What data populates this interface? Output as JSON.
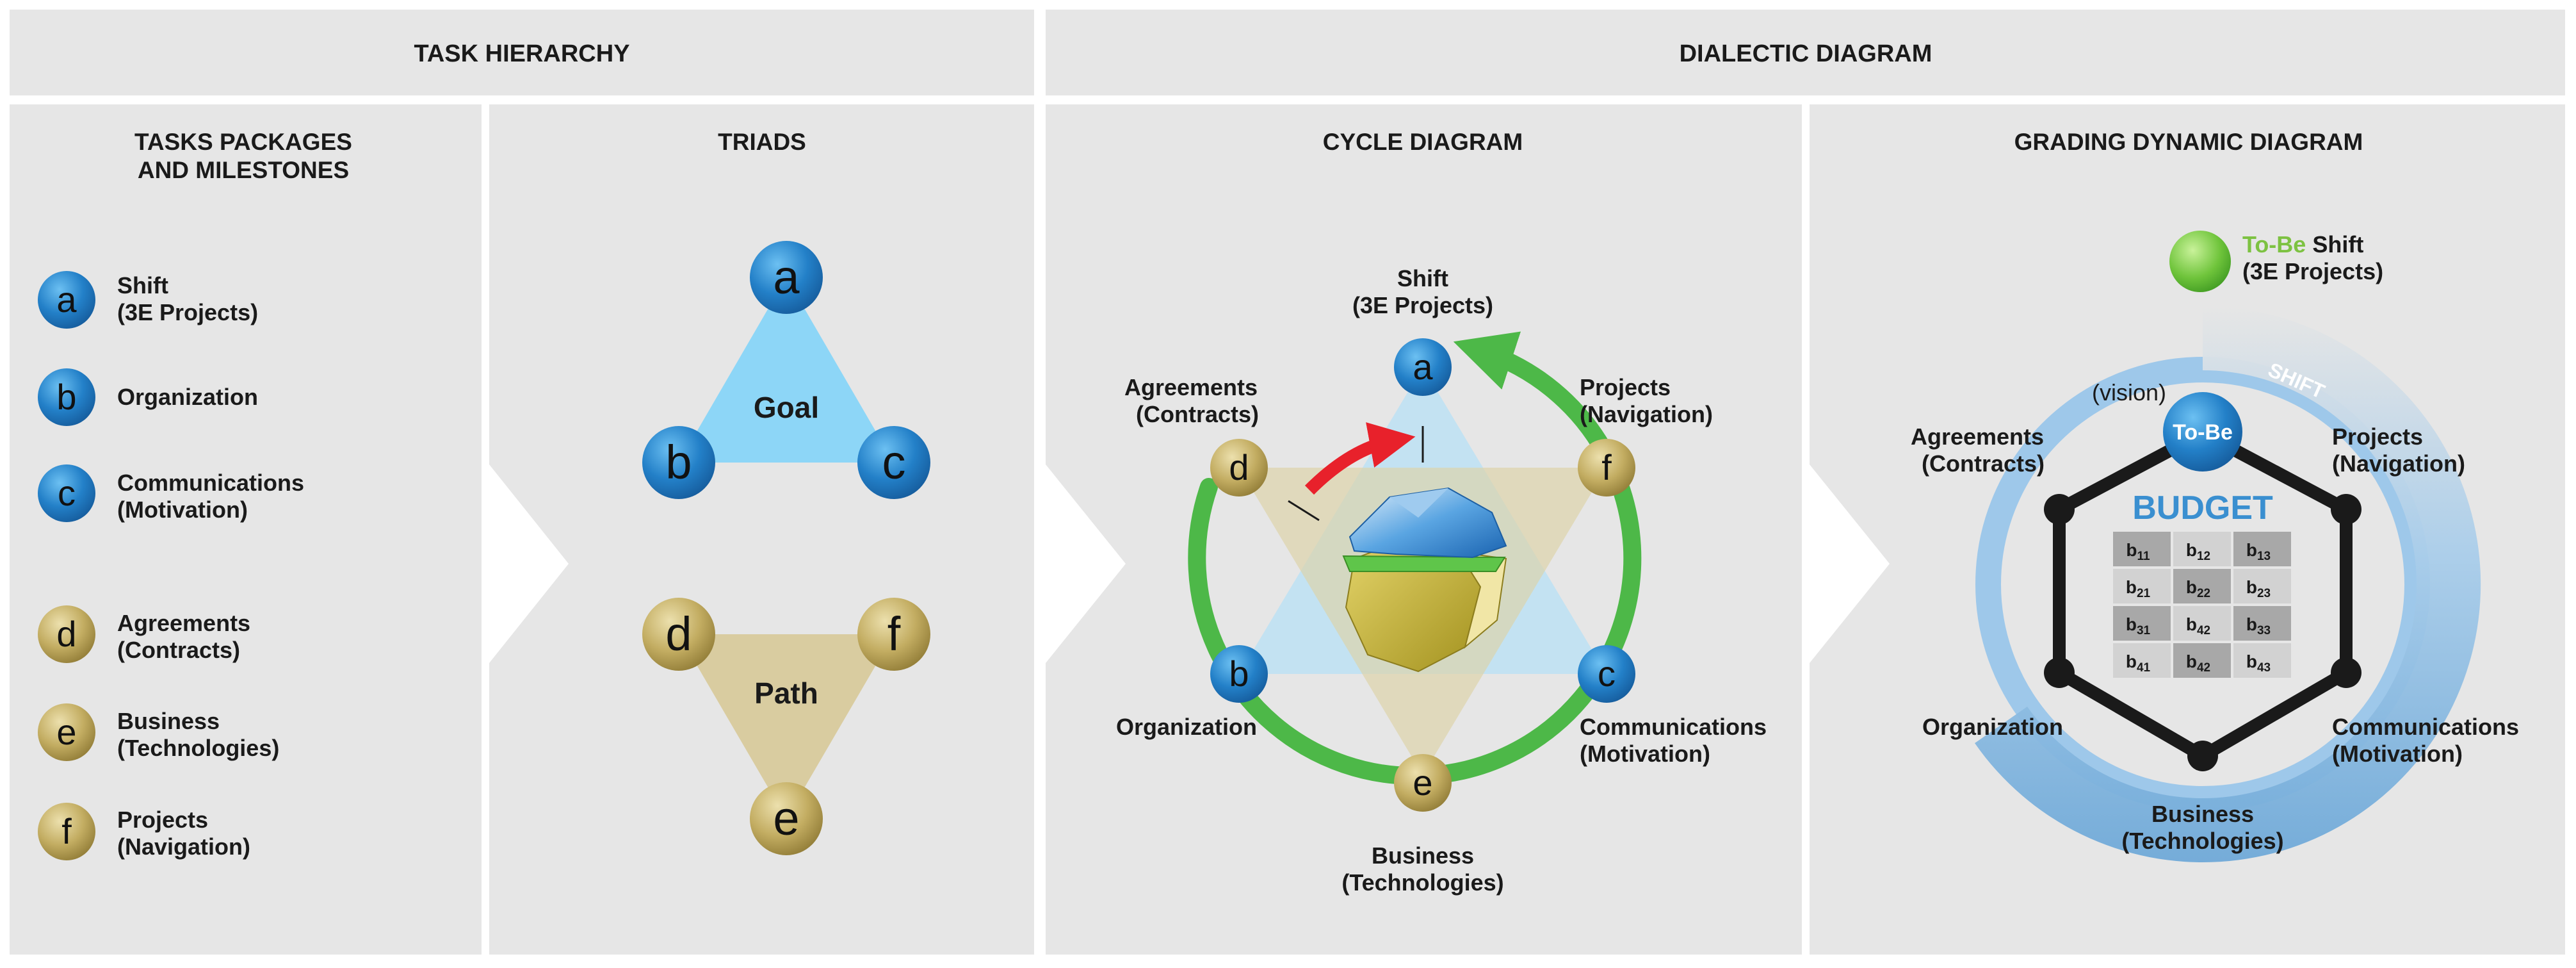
{
  "headers": {
    "task_hierarchy": "TASK HIERARCHY",
    "dialectic_diagram": "DIALECTIC DIAGRAM"
  },
  "panels": {
    "tasks": {
      "title_line1": "TASKS PACKAGES",
      "title_line2": "AND MILESTONES"
    },
    "triads": {
      "title": "TRIADS"
    },
    "cycle": {
      "title": "CYCLE DIAGRAM"
    },
    "grading": {
      "title": "GRADING DYNAMIC DIAGRAM"
    }
  },
  "nodes": {
    "a": {
      "letter": "a",
      "line1": "Shift",
      "line2": "(3E Projects)"
    },
    "b": {
      "letter": "b",
      "line1": "Organization",
      "line2": ""
    },
    "c": {
      "letter": "c",
      "line1": "Communications",
      "line2": "(Motivation)"
    },
    "d": {
      "letter": "d",
      "line1": "Agreements",
      "line2": "(Contracts)"
    },
    "e": {
      "letter": "e",
      "line1": "Business",
      "line2": "(Technologies)"
    },
    "f": {
      "letter": "f",
      "line1": "Projects",
      "line2": "(Navigation)"
    }
  },
  "triads": {
    "goal_label": "Goal",
    "path_label": "Path"
  },
  "grading": {
    "tobe_word": "To-Be",
    "shift_word": "Shift",
    "projects_sub": "(3E Projects)",
    "vision": "(vision)",
    "shift_arc": "SHIFT",
    "tobe_node": "To-Be",
    "budget": "BUDGET",
    "matrix": [
      [
        {
          "base": "b",
          "sub": "11"
        },
        {
          "base": "b",
          "sub": "12"
        },
        {
          "base": "b",
          "sub": "13"
        }
      ],
      [
        {
          "base": "b",
          "sub": "21"
        },
        {
          "base": "b",
          "sub": "22"
        },
        {
          "base": "b",
          "sub": "23"
        }
      ],
      [
        {
          "base": "b",
          "sub": "31"
        },
        {
          "base": "b",
          "sub": "42"
        },
        {
          "base": "b",
          "sub": "33"
        }
      ],
      [
        {
          "base": "b",
          "sub": "41"
        },
        {
          "base": "b",
          "sub": "42"
        },
        {
          "base": "b",
          "sub": "43"
        }
      ]
    ]
  },
  "colors": {
    "panel_bg": "#e6e6e6",
    "blue_node": "#2380c8",
    "gold_node": "#bfa95a",
    "goal_triangle": "#8dd6f7",
    "path_triangle": "#d9cca0",
    "cycle_green": "#4db848",
    "arrow_red": "#e8212b",
    "budget_blue": "#3a8fd0",
    "ring_blue": "#8cc0e6",
    "tobe_green": "#7dc242"
  }
}
